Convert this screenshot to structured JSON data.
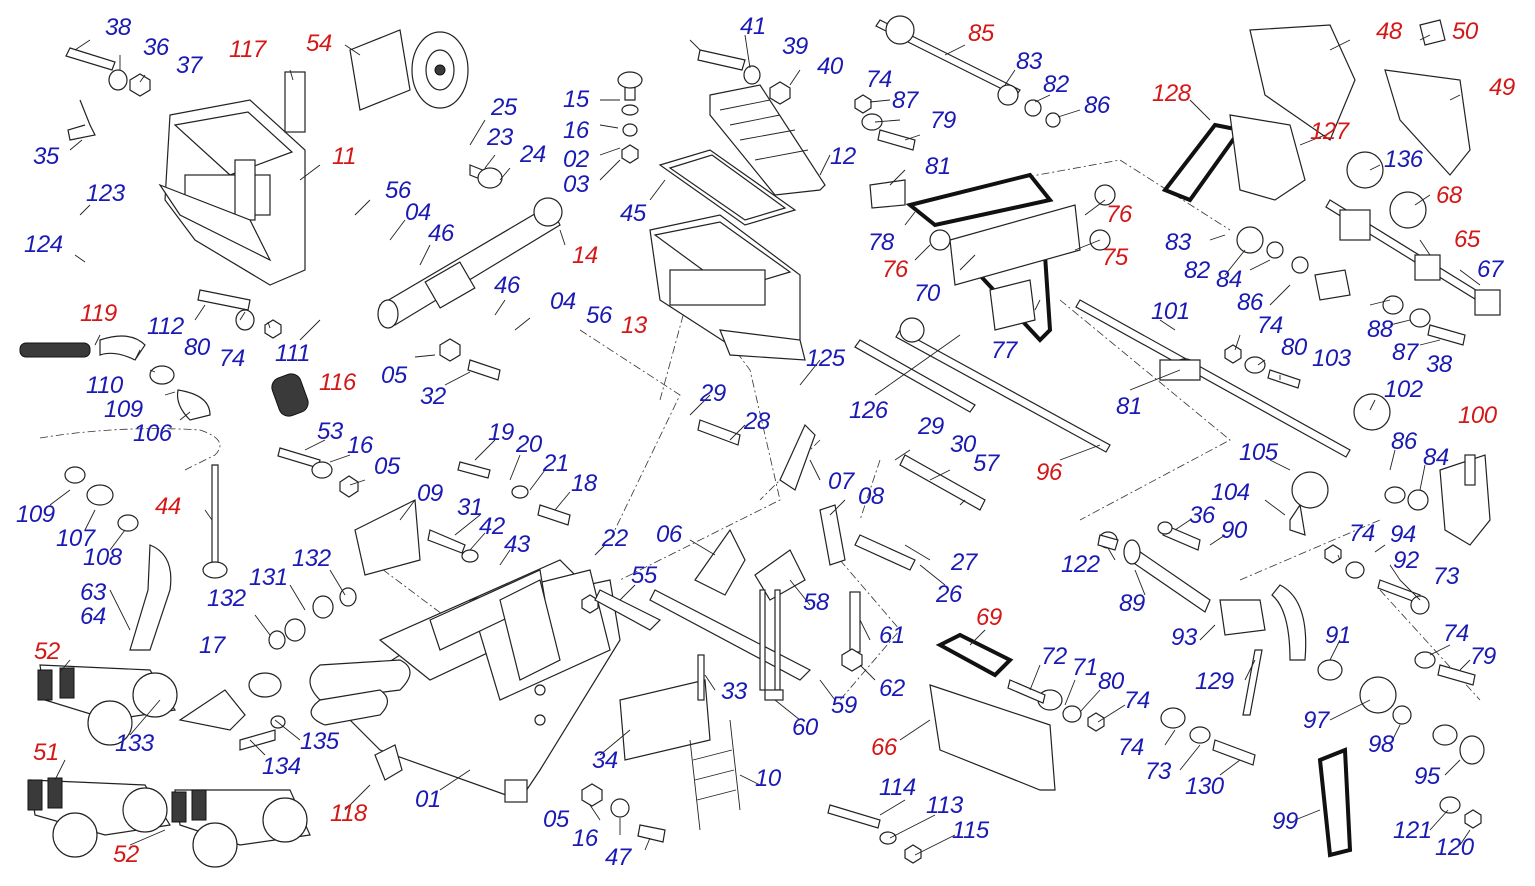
{
  "colors": {
    "blue": "#1a1ab4",
    "red": "#d41818",
    "line": "#222222"
  },
  "labels": [
    {
      "t": "38",
      "c": "blue"
    },
    {
      "t": "36",
      "c": "blue"
    },
    {
      "t": "37",
      "c": "blue"
    },
    {
      "t": "35",
      "c": "blue"
    },
    {
      "t": "117",
      "c": "red"
    },
    {
      "t": "54",
      "c": "red"
    },
    {
      "t": "11",
      "c": "red"
    },
    {
      "t": "123",
      "c": "blue"
    },
    {
      "t": "124",
      "c": "blue"
    },
    {
      "t": "119",
      "c": "red"
    },
    {
      "t": "112",
      "c": "blue"
    },
    {
      "t": "80",
      "c": "blue"
    },
    {
      "t": "74",
      "c": "blue"
    },
    {
      "t": "111",
      "c": "blue"
    },
    {
      "t": "110",
      "c": "blue"
    },
    {
      "t": "109",
      "c": "blue"
    },
    {
      "t": "106",
      "c": "blue"
    },
    {
      "t": "116",
      "c": "red"
    },
    {
      "t": "25",
      "c": "blue"
    },
    {
      "t": "23",
      "c": "blue"
    },
    {
      "t": "24",
      "c": "blue"
    },
    {
      "t": "56",
      "c": "blue"
    },
    {
      "t": "04",
      "c": "blue"
    },
    {
      "t": "46",
      "c": "blue"
    },
    {
      "t": "14",
      "c": "red"
    },
    {
      "t": "46",
      "c": "blue"
    },
    {
      "t": "04",
      "c": "blue"
    },
    {
      "t": "56",
      "c": "blue"
    },
    {
      "t": "13",
      "c": "red"
    },
    {
      "t": "05",
      "c": "blue"
    },
    {
      "t": "32",
      "c": "blue"
    },
    {
      "t": "15",
      "c": "blue"
    },
    {
      "t": "16",
      "c": "blue"
    },
    {
      "t": "02",
      "c": "blue"
    },
    {
      "t": "03",
      "c": "blue"
    },
    {
      "t": "45",
      "c": "blue"
    },
    {
      "t": "41",
      "c": "blue"
    },
    {
      "t": "39",
      "c": "blue"
    },
    {
      "t": "40",
      "c": "blue"
    },
    {
      "t": "12",
      "c": "blue"
    },
    {
      "t": "85",
      "c": "red"
    },
    {
      "t": "83",
      "c": "blue"
    },
    {
      "t": "82",
      "c": "blue"
    },
    {
      "t": "86",
      "c": "blue"
    },
    {
      "t": "74",
      "c": "blue"
    },
    {
      "t": "87",
      "c": "blue"
    },
    {
      "t": "79",
      "c": "blue"
    },
    {
      "t": "81",
      "c": "blue"
    },
    {
      "t": "78",
      "c": "blue"
    },
    {
      "t": "76",
      "c": "red"
    },
    {
      "t": "70",
      "c": "blue"
    },
    {
      "t": "76",
      "c": "red"
    },
    {
      "t": "75",
      "c": "red"
    },
    {
      "t": "77",
      "c": "blue"
    },
    {
      "t": "128",
      "c": "red"
    },
    {
      "t": "127",
      "c": "red"
    },
    {
      "t": "48",
      "c": "red"
    },
    {
      "t": "50",
      "c": "red"
    },
    {
      "t": "49",
      "c": "red"
    },
    {
      "t": "136",
      "c": "blue"
    },
    {
      "t": "68",
      "c": "red"
    },
    {
      "t": "65",
      "c": "red"
    },
    {
      "t": "67",
      "c": "blue"
    },
    {
      "t": "83",
      "c": "blue"
    },
    {
      "t": "82",
      "c": "blue"
    },
    {
      "t": "84",
      "c": "blue"
    },
    {
      "t": "86",
      "c": "blue"
    },
    {
      "t": "101",
      "c": "blue"
    },
    {
      "t": "88",
      "c": "blue"
    },
    {
      "t": "87",
      "c": "blue"
    },
    {
      "t": "38",
      "c": "blue"
    },
    {
      "t": "74",
      "c": "blue"
    },
    {
      "t": "80",
      "c": "blue"
    },
    {
      "t": "103",
      "c": "blue"
    },
    {
      "t": "102",
      "c": "blue"
    },
    {
      "t": "125",
      "c": "blue"
    },
    {
      "t": "126",
      "c": "blue"
    },
    {
      "t": "81",
      "c": "blue"
    },
    {
      "t": "96",
      "c": "red"
    },
    {
      "t": "100",
      "c": "red"
    },
    {
      "t": "29",
      "c": "blue"
    },
    {
      "t": "28",
      "c": "blue"
    },
    {
      "t": "29",
      "c": "blue"
    },
    {
      "t": "30",
      "c": "blue"
    },
    {
      "t": "57",
      "c": "blue"
    },
    {
      "t": "07",
      "c": "blue"
    },
    {
      "t": "08",
      "c": "blue"
    },
    {
      "t": "06",
      "c": "blue"
    },
    {
      "t": "53",
      "c": "blue"
    },
    {
      "t": "16",
      "c": "blue"
    },
    {
      "t": "05",
      "c": "blue"
    },
    {
      "t": "09",
      "c": "blue"
    },
    {
      "t": "19",
      "c": "blue"
    },
    {
      "t": "20",
      "c": "blue"
    },
    {
      "t": "21",
      "c": "blue"
    },
    {
      "t": "18",
      "c": "blue"
    },
    {
      "t": "31",
      "c": "blue"
    },
    {
      "t": "42",
      "c": "blue"
    },
    {
      "t": "43",
      "c": "blue"
    },
    {
      "t": "22",
      "c": "blue"
    },
    {
      "t": "55",
      "c": "blue"
    },
    {
      "t": "109",
      "c": "blue"
    },
    {
      "t": "107",
      "c": "blue"
    },
    {
      "t": "108",
      "c": "blue"
    },
    {
      "t": "44",
      "c": "red"
    },
    {
      "t": "63",
      "c": "blue"
    },
    {
      "t": "64",
      "c": "blue"
    },
    {
      "t": "132",
      "c": "blue"
    },
    {
      "t": "131",
      "c": "blue"
    },
    {
      "t": "132",
      "c": "blue"
    },
    {
      "t": "52",
      "c": "red"
    },
    {
      "t": "17",
      "c": "blue"
    },
    {
      "t": "133",
      "c": "blue"
    },
    {
      "t": "135",
      "c": "blue"
    },
    {
      "t": "134",
      "c": "blue"
    },
    {
      "t": "51",
      "c": "red"
    },
    {
      "t": "52",
      "c": "red"
    },
    {
      "t": "118",
      "c": "red"
    },
    {
      "t": "01",
      "c": "blue"
    },
    {
      "t": "33",
      "c": "blue"
    },
    {
      "t": "34",
      "c": "blue"
    },
    {
      "t": "60",
      "c": "blue"
    },
    {
      "t": "59",
      "c": "blue"
    },
    {
      "t": "05",
      "c": "blue"
    },
    {
      "t": "16",
      "c": "blue"
    },
    {
      "t": "47",
      "c": "blue"
    },
    {
      "t": "10",
      "c": "blue"
    },
    {
      "t": "27",
      "c": "blue"
    },
    {
      "t": "26",
      "c": "blue"
    },
    {
      "t": "58",
      "c": "blue"
    },
    {
      "t": "61",
      "c": "blue"
    },
    {
      "t": "62",
      "c": "blue"
    },
    {
      "t": "69",
      "c": "red"
    },
    {
      "t": "66",
      "c": "red"
    },
    {
      "t": "72",
      "c": "blue"
    },
    {
      "t": "71",
      "c": "blue"
    },
    {
      "t": "80",
      "c": "blue"
    },
    {
      "t": "74",
      "c": "blue"
    },
    {
      "t": "74",
      "c": "blue"
    },
    {
      "t": "73",
      "c": "blue"
    },
    {
      "t": "130",
      "c": "blue"
    },
    {
      "t": "114",
      "c": "blue"
    },
    {
      "t": "113",
      "c": "blue"
    },
    {
      "t": "115",
      "c": "blue"
    },
    {
      "t": "105",
      "c": "blue"
    },
    {
      "t": "104",
      "c": "blue"
    },
    {
      "t": "36",
      "c": "blue"
    },
    {
      "t": "90",
      "c": "blue"
    },
    {
      "t": "86",
      "c": "blue"
    },
    {
      "t": "84",
      "c": "blue"
    },
    {
      "t": "122",
      "c": "blue"
    },
    {
      "t": "89",
      "c": "blue"
    },
    {
      "t": "93",
      "c": "blue"
    },
    {
      "t": "74",
      "c": "blue"
    },
    {
      "t": "94",
      "c": "blue"
    },
    {
      "t": "92",
      "c": "blue"
    },
    {
      "t": "73",
      "c": "blue"
    },
    {
      "t": "129",
      "c": "blue"
    },
    {
      "t": "91",
      "c": "blue"
    },
    {
      "t": "97",
      "c": "blue"
    },
    {
      "t": "98",
      "c": "blue"
    },
    {
      "t": "74",
      "c": "blue"
    },
    {
      "t": "79",
      "c": "blue"
    },
    {
      "t": "95",
      "c": "blue"
    },
    {
      "t": "99",
      "c": "blue"
    },
    {
      "t": "121",
      "c": "blue"
    },
    {
      "t": "120",
      "c": "blue"
    }
  ]
}
